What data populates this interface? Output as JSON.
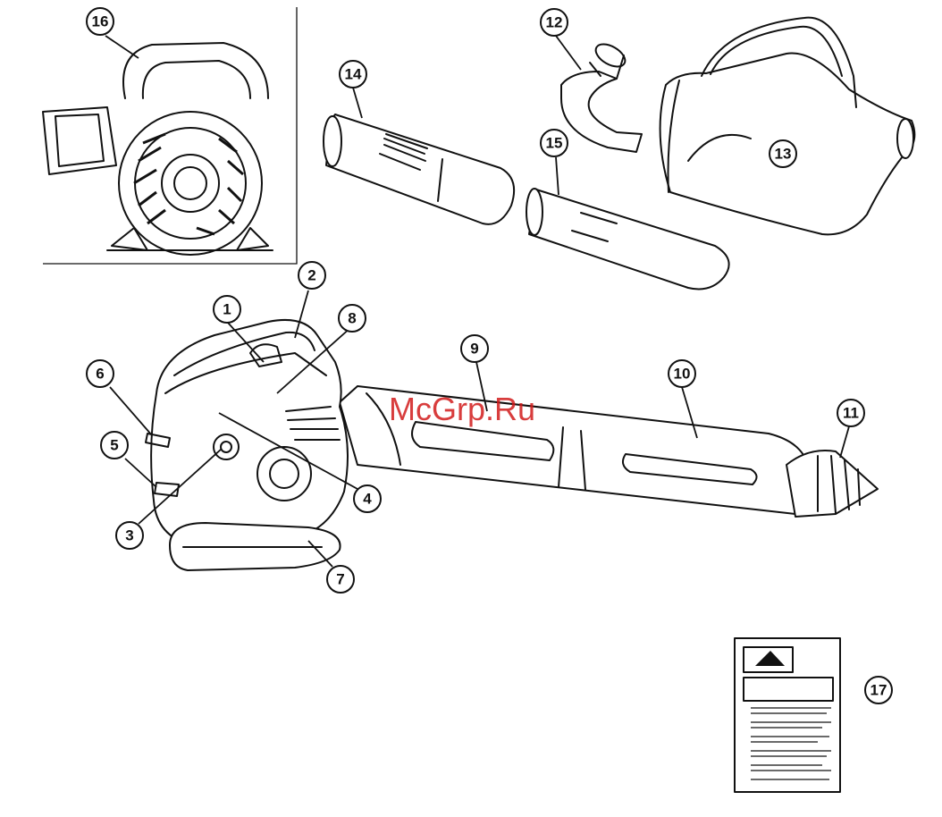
{
  "watermark": "McGrp.Ru",
  "callouts": [
    "1",
    "2",
    "3",
    "4",
    "5",
    "6",
    "7",
    "8",
    "9",
    "10",
    "11",
    "12",
    "13",
    "14",
    "15",
    "16",
    "17"
  ],
  "colors": {
    "ink": "#111111",
    "watermark": "#d11b1b",
    "background": "#ffffff"
  }
}
